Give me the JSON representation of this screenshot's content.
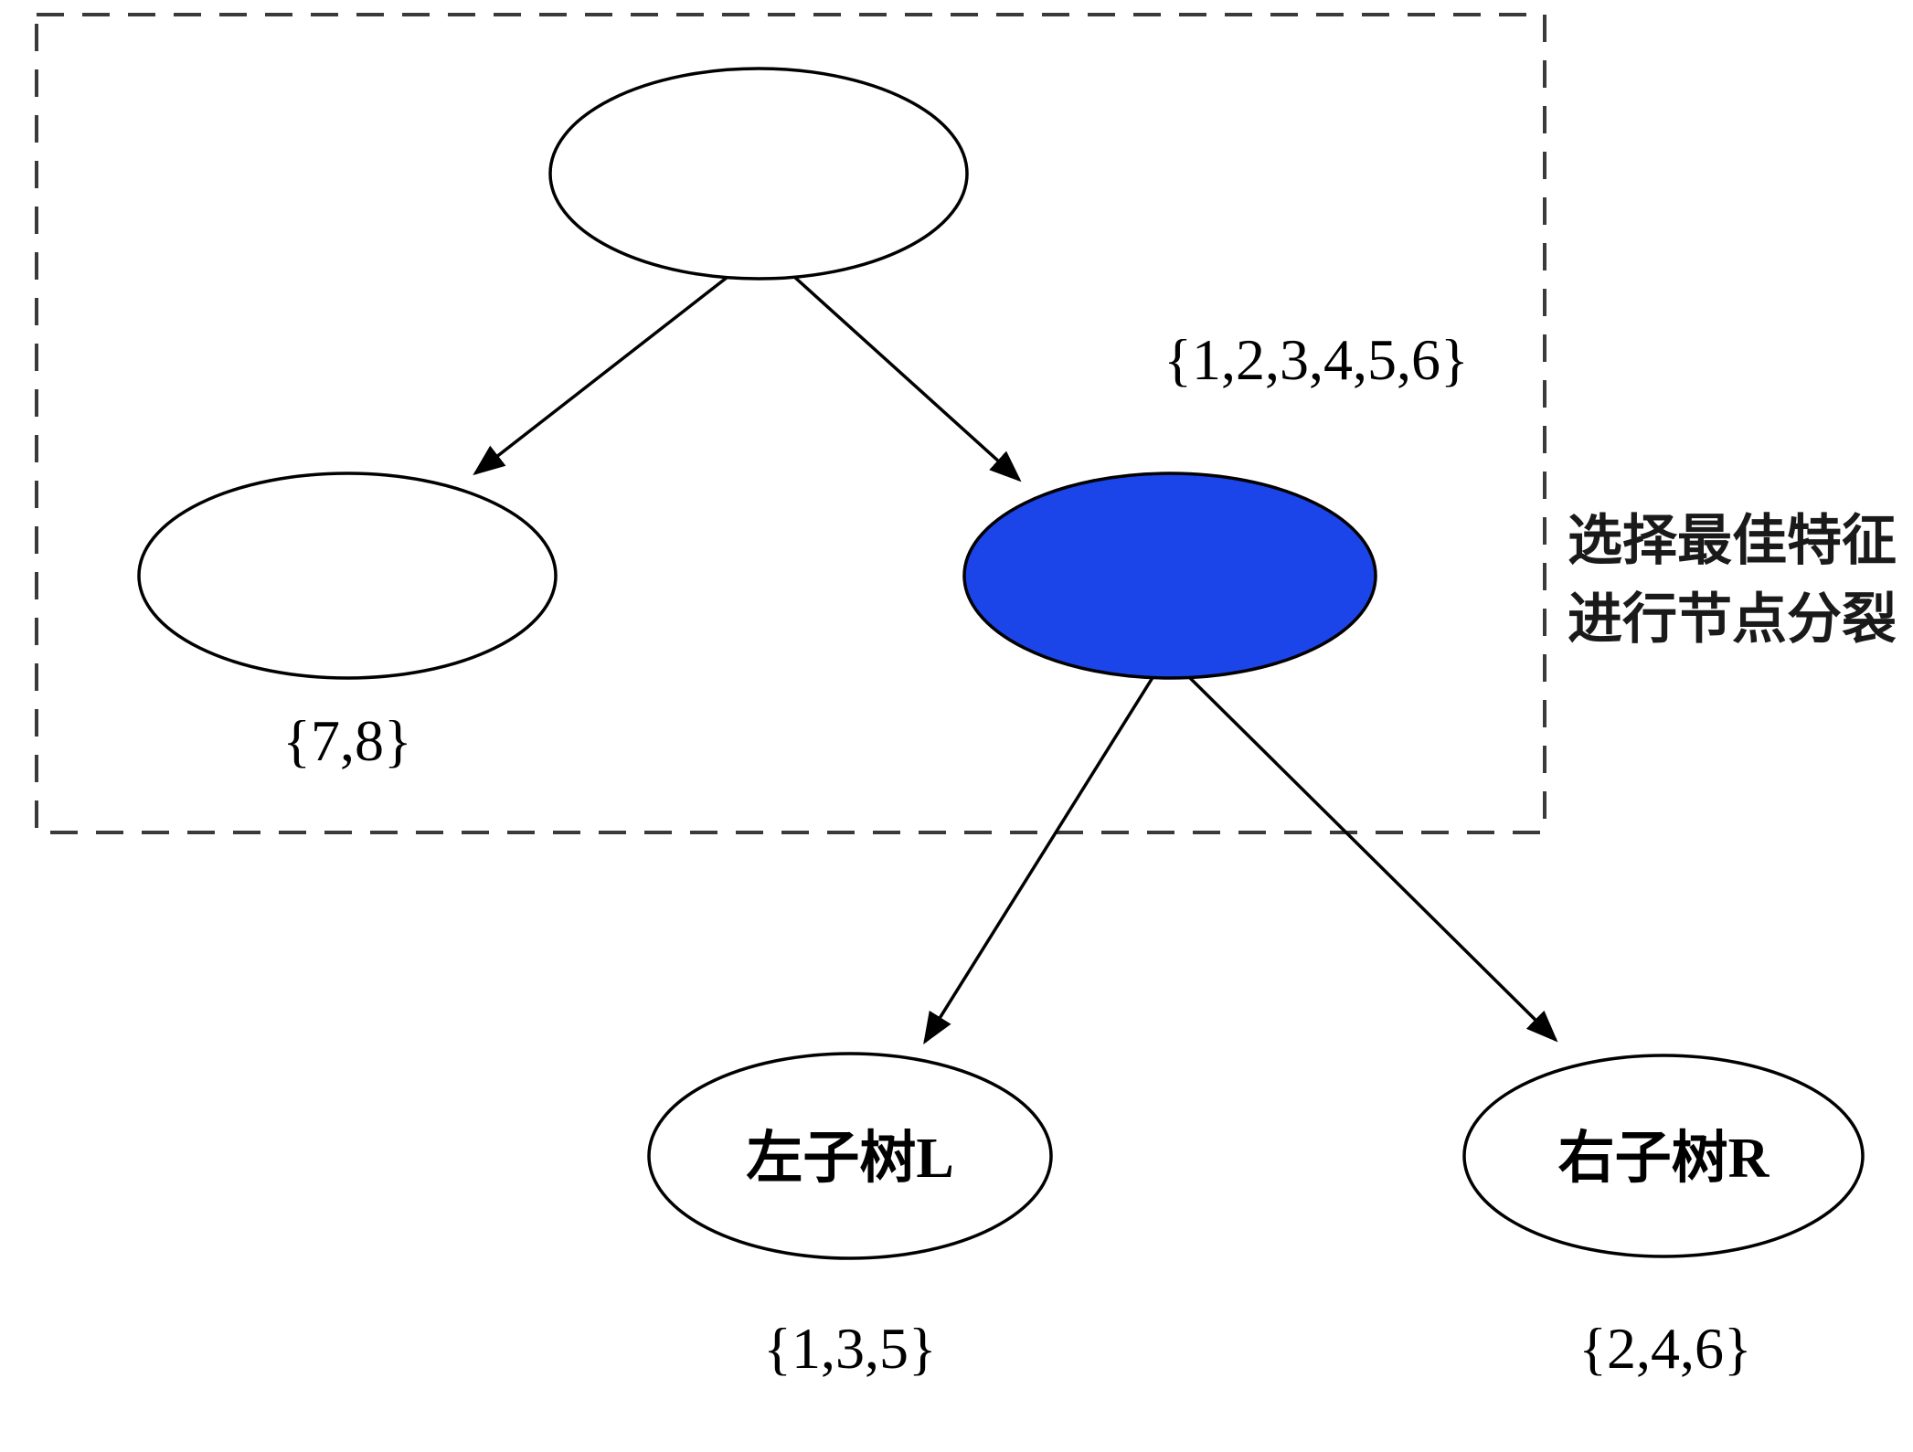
{
  "diagram": {
    "title_hint": "decision-tree-node-split",
    "annotation": {
      "line1": "选择最佳特征",
      "line2": "进行节点分裂"
    },
    "nodes": {
      "root": {
        "label": ""
      },
      "pruned_leaf": {
        "label": "",
        "set_label": "{7,8}"
      },
      "split_node": {
        "label": "",
        "set_label": "{1,2,3,4,5,6}"
      },
      "left_subtree": {
        "label": "左子树L",
        "set_label": "{1,3,5}"
      },
      "right_subtree": {
        "label": "右子树R",
        "set_label": "{2,4,6}"
      }
    },
    "colors": {
      "split_node_fill": "#1b45e8",
      "line": "#000000"
    }
  }
}
